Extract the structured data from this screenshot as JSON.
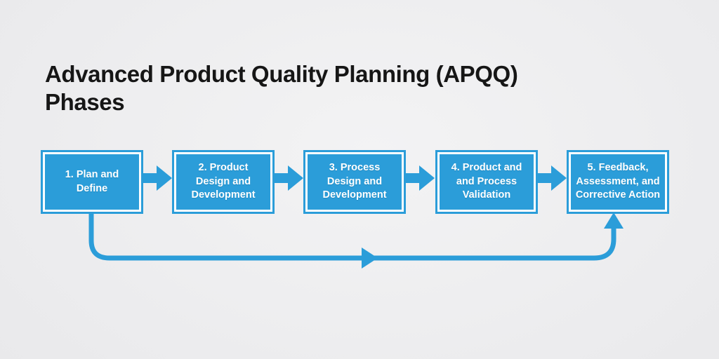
{
  "title": "Advanced Product Quality Planning (APQQ)\nPhases",
  "phases": [
    {
      "label": "1. Plan and\nDefine"
    },
    {
      "label": "2. Product\nDesign and\nDevelopment"
    },
    {
      "label": "3. Process\nDesign and\nDevelopment"
    },
    {
      "label": "4. Product and\nand Process\nValidation"
    },
    {
      "label": "5. Feedback,\nAssessment, and\nCorrective Action"
    }
  ],
  "colors": {
    "box_fill": "#2b9dd9",
    "box_inner_ring": "#ffffff",
    "arrow": "#2b9dd9",
    "box_text": "#ffffff",
    "title_text": "#161616",
    "background": "#ececee"
  }
}
